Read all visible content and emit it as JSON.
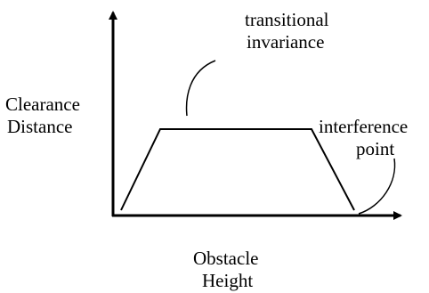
{
  "labels": {
    "y_axis_line1": "Clearance",
    "y_axis_line2": "Distance",
    "x_axis_line1": "Obstacle",
    "x_axis_line2": "Height",
    "callout_top_line1": "transitional",
    "callout_top_line2": "invariance",
    "callout_right_line1": "interference",
    "callout_right_line2": "point"
  },
  "colors": {
    "ink": "#000000",
    "background": "#ffffff"
  }
}
